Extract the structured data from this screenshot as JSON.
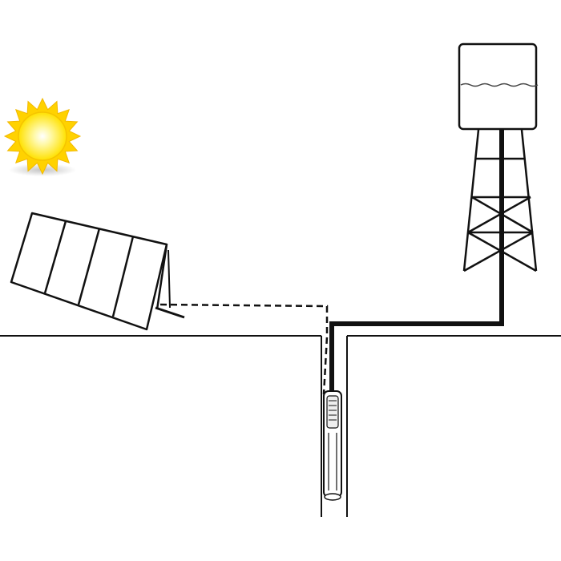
{
  "diagram": {
    "components": [
      {
        "id": "sun",
        "icon": "sun-icon"
      },
      {
        "id": "solar-panel-array",
        "icon": "solar-panel-icon",
        "panel_count": 4
      },
      {
        "id": "control-cable",
        "style": "dashed"
      },
      {
        "id": "ground-surface"
      },
      {
        "id": "borehole"
      },
      {
        "id": "submersible-pump",
        "icon": "pump-icon"
      },
      {
        "id": "water-pipe",
        "style": "solid"
      },
      {
        "id": "elevated-water-tank",
        "icon": "water-tank-icon"
      },
      {
        "id": "tank-tower",
        "icon": "lattice-tower-icon"
      }
    ],
    "colors": {
      "line": "#111111",
      "background": "#ffffff",
      "sun_core": "#ffef3a",
      "sun_rays": "#ffd200",
      "sun_halo": "#fff27a",
      "shadow": "#cfcfcf"
    }
  }
}
